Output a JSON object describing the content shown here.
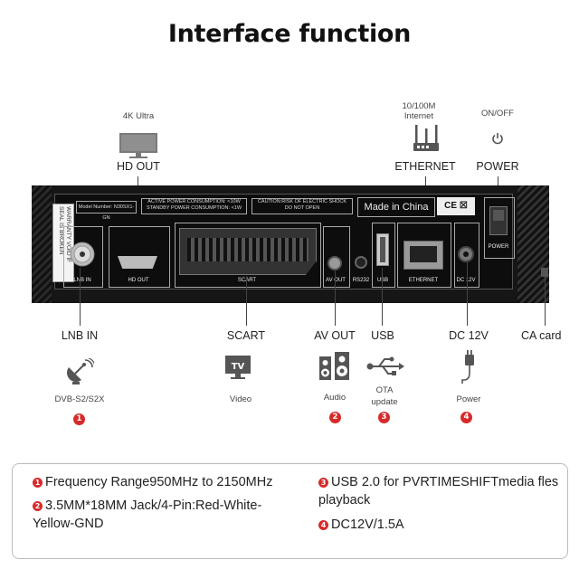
{
  "title": "Interface function",
  "top_labels": {
    "hd_out_sub": "4K Ultra",
    "hd_out": "HD OUT",
    "ethernet_sub": "10/100M\nInternet",
    "ethernet": "ETHERNET",
    "power_sub": "ON/OFF",
    "power": "POWER"
  },
  "device": {
    "sticker": "WARRANTY VOID IF SEAL IS BROKEN",
    "model": "Model Number: N30SX1-GN",
    "consumption": "ACTIVE POWER CONSUMPTION: <10W\nSTANDBY POWER CONSUMPTION: <1W",
    "caution": "CAUTION:RISK OF ELECTRIC SHOCK\nDO NOT OPEN",
    "made_in": "Made in China",
    "ports": {
      "lnb_in": "LNB IN",
      "hd_out": "HD OUT",
      "scart": "SCART",
      "av_out": "AV OUT",
      "rs232": "RS232",
      "usb": "USB",
      "ethernet": "ETHERNET",
      "dc": "DC 12V",
      "power": "POWER"
    }
  },
  "bottom_labels": {
    "lnb_in": "LNB IN",
    "lnb_sub": "DVB-S2/S2X",
    "scart": "SCART",
    "scart_sub": "Video",
    "av_out": "AV OUT",
    "av_sub": "Audio",
    "usb": "USB",
    "usb_sub": "OTA\nupdate",
    "dc": "DC 12V",
    "dc_sub": "Power",
    "ca": "CA card"
  },
  "badges": [
    "1",
    "2",
    "3",
    "4"
  ],
  "notes": [
    {
      "badge": "1",
      "text": "Frequency Range950MHz to 2150MHz"
    },
    {
      "badge": "2",
      "text": "3.5MM*18MM Jack/4-Pin:Red-White-Yellow-GND"
    },
    {
      "badge": "3",
      "text": "USB 2.0 for PVRTIMESHIFTmedia fles playback"
    },
    {
      "badge": "4",
      "text": "DC12V/1.5A"
    }
  ],
  "colors": {
    "accent": "#d72a2a",
    "device": "#161616",
    "icon_gray": "#555555"
  }
}
